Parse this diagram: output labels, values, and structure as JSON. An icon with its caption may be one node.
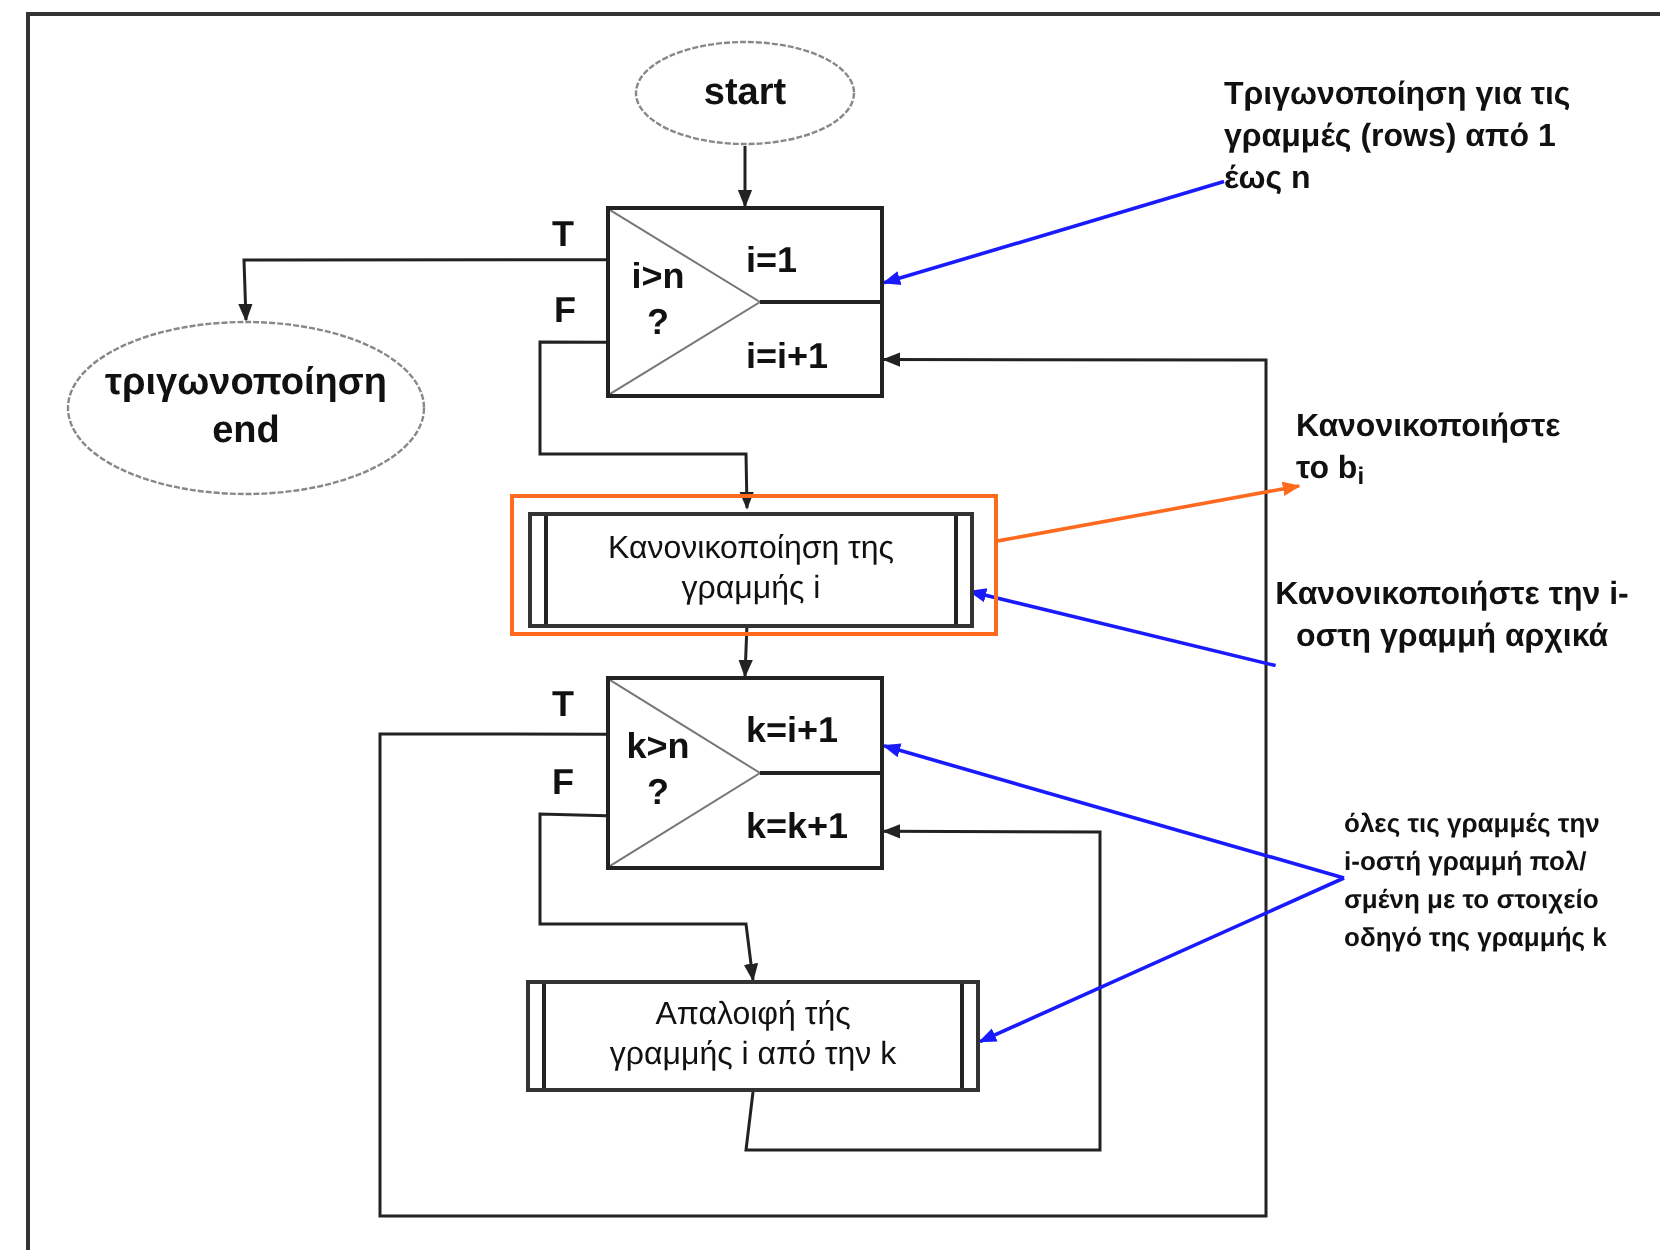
{
  "diagram": {
    "nodes": [
      {
        "text": [
          "start"
        ]
      },
      {
        "text": [
          "i>n ?",
          "i=1",
          "i=i+1"
        ]
      },
      {
        "text": [
          "τριγωνοποίηση end"
        ]
      },
      {
        "text": [],
        "shape": "box"
      },
      {
        "text": [
          "Κανονικοποίηση της γραμμής i"
        ],
        "in": 3
      },
      {
        "text": [
          "k>n ?",
          "k=i+1",
          "k=k+1"
        ]
      },
      {
        "text": [
          "Απαλοιφή τής γραμμής i από την k"
        ]
      },
      {
        "text": [
          "Τριγωνοποίηση για τις γραμμές (rows) από 1 έως n"
        ]
      },
      {
        "text": [
          "Κανονικοποιήστε το b$_{i}$"
        ]
      },
      {
        "text": [
          "Κανονικοποιήστε την i-οστη γραμμή αρχικά"
        ]
      },
      {
        "text": [
          "όλες τις γραμμές την i-οστή γραμμή πολ/σμένη με το στοιχείο οδηγό της γραμμής k"
        ]
      }
    ],
    "edges": [
      {
        "from": 0,
        "to": 1,
        "arrow": "to"
      },
      {
        "from": 1,
        "to": 2,
        "arrow": "to",
        "label": "T"
      },
      {
        "from": 1,
        "to": 4,
        "arrow": "to",
        "label": "F"
      },
      {
        "from": 4,
        "to": 5,
        "arrow": "to"
      },
      {
        "from": 5,
        "to": 1,
        "arrow": "to",
        "label": "T"
      },
      {
        "from": 5,
        "to": 6,
        "arrow": "to",
        "label": "F"
      },
      {
        "from": 6,
        "to": 5,
        "arrow": "to"
      },
      {
        "from": 7,
        "to": 1,
        "arrow": "to",
        "color": "#1a1aff"
      },
      {
        "from": 3,
        "to": 8,
        "arrow": "to",
        "color": "#ff6a1f"
      },
      {
        "from": 9,
        "to": 4,
        "arrow": "to",
        "color": "#1a1aff"
      },
      {
        "from": 10,
        "to": 5,
        "arrow": "to",
        "color": "#1a1aff"
      },
      {
        "from": 10,
        "to": 6,
        "arrow": "to",
        "color": "#1a1aff"
      }
    ]
  }
}
